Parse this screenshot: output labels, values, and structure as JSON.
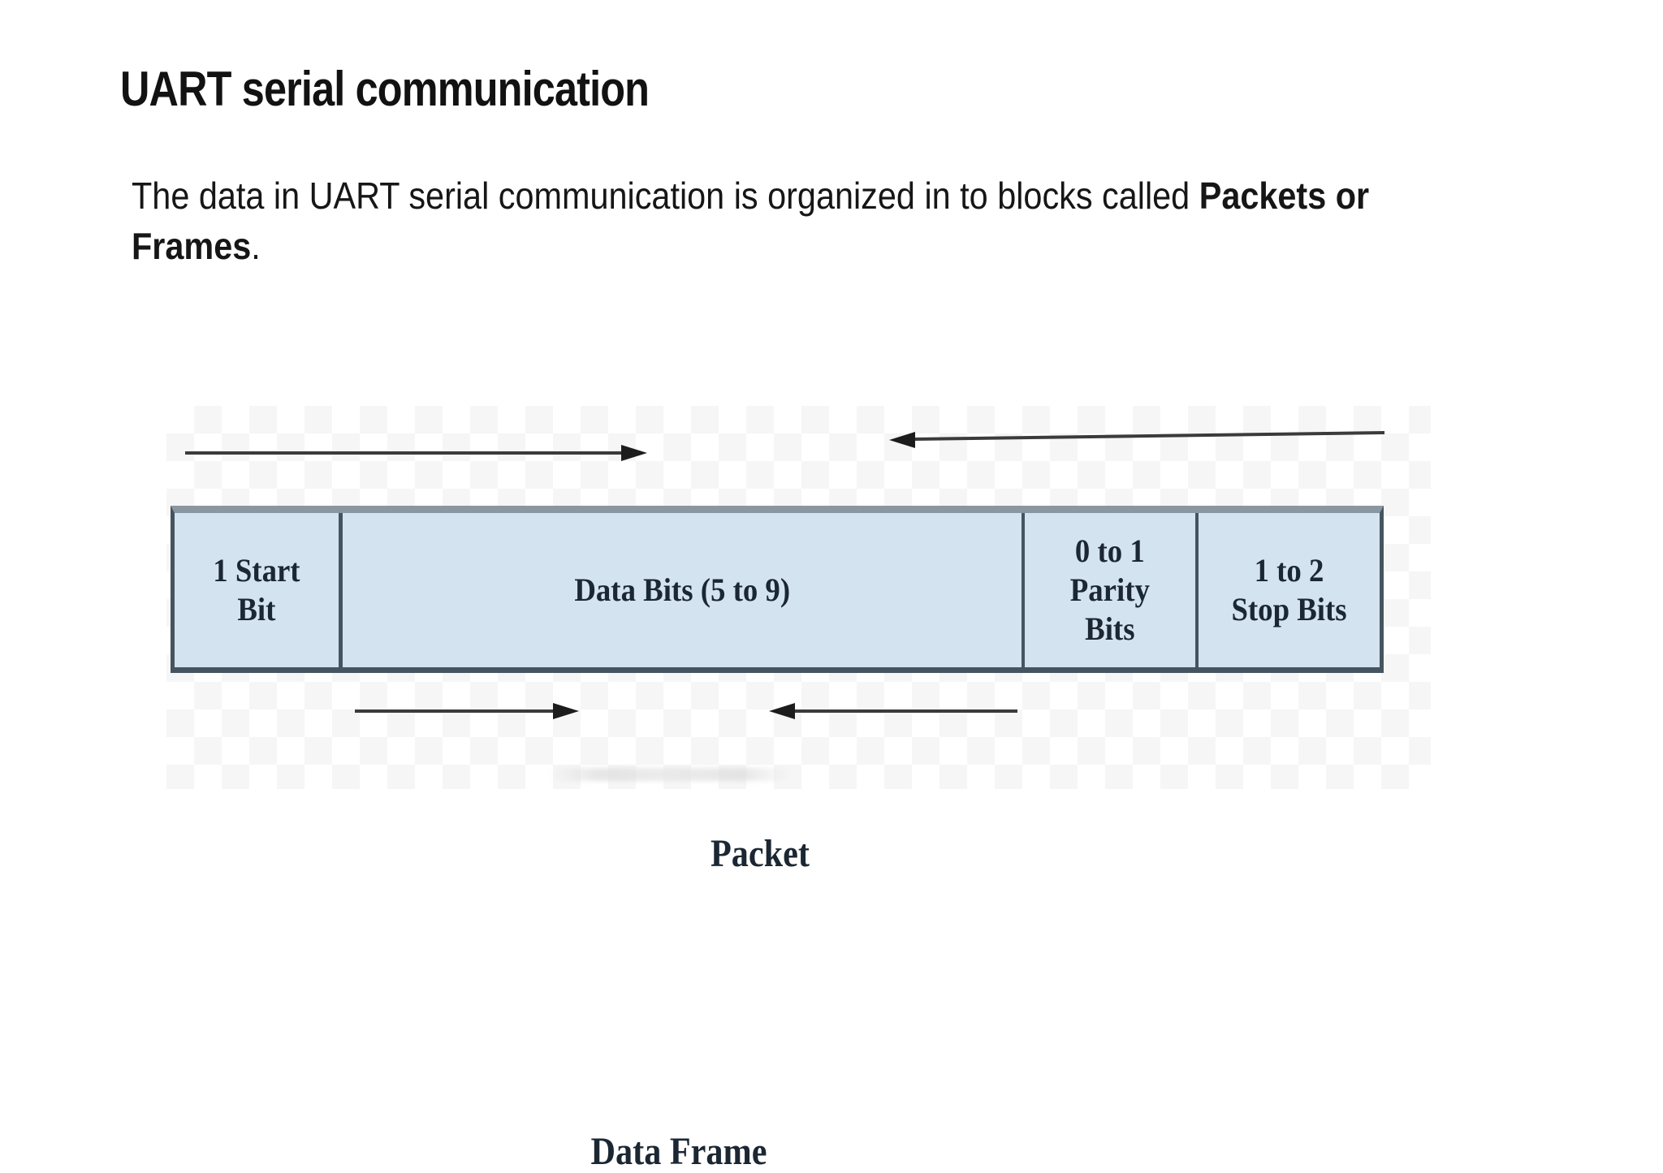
{
  "header": {
    "title": "UART serial communication"
  },
  "paragraph": {
    "line1_normal": "The data in UART serial communication is organized in to blocks called ",
    "line1_bold": "Packets or",
    "line2_bold": "Frames",
    "line2_suffix": "."
  },
  "diagram": {
    "packet_label": "Packet",
    "data_frame_label": "Data Frame",
    "cells": [
      {
        "text": "1 Start\nBit"
      },
      {
        "text": "Data Bits (5 to 9)"
      },
      {
        "text": "0 to 1\nParity\nBits"
      },
      {
        "text": "1 to 2\nStop Bits"
      }
    ],
    "colors": {
      "page_bg": "#ffffff",
      "cell_fill": "#d4e3f0",
      "cell_border": "#45555f",
      "top_band": "#8a97a1",
      "label_text": "#1b2733",
      "arrow_line": "#3b3b3b",
      "arrow_head": "#1c1c1c",
      "checker": "#efefef"
    }
  }
}
